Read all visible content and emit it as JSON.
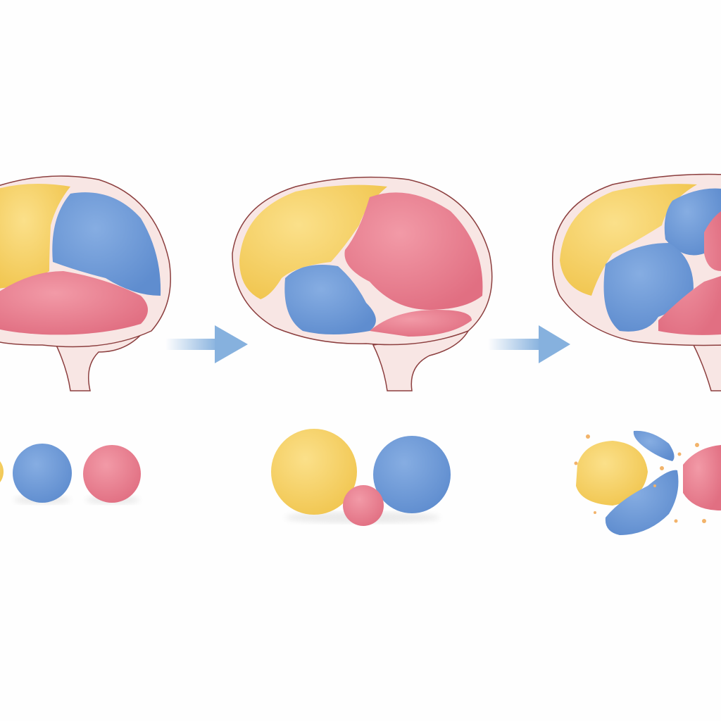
{
  "colors": {
    "background": "#fefefe",
    "yellow_region": "#f6cf62",
    "blue_region": "#6f9cd8",
    "pink_region": "#e97f90",
    "brain_fill": "#f8e6e4",
    "brain_outline": "#8c3f3f",
    "arrow": "#86b1de"
  },
  "stages": [
    {
      "regions": [
        "yellow",
        "blue",
        "pink"
      ],
      "spheres": [
        "yellow",
        "blue",
        "pink"
      ]
    },
    {
      "regions": [
        "yellow",
        "pink",
        "blue"
      ],
      "spheres": [
        "yellow",
        "pink",
        "blue"
      ]
    },
    {
      "regions": [
        "yellow",
        "blue",
        "pink"
      ],
      "spheres": [
        "yellow",
        "blue",
        "pink"
      ],
      "fragmented": true
    }
  ]
}
